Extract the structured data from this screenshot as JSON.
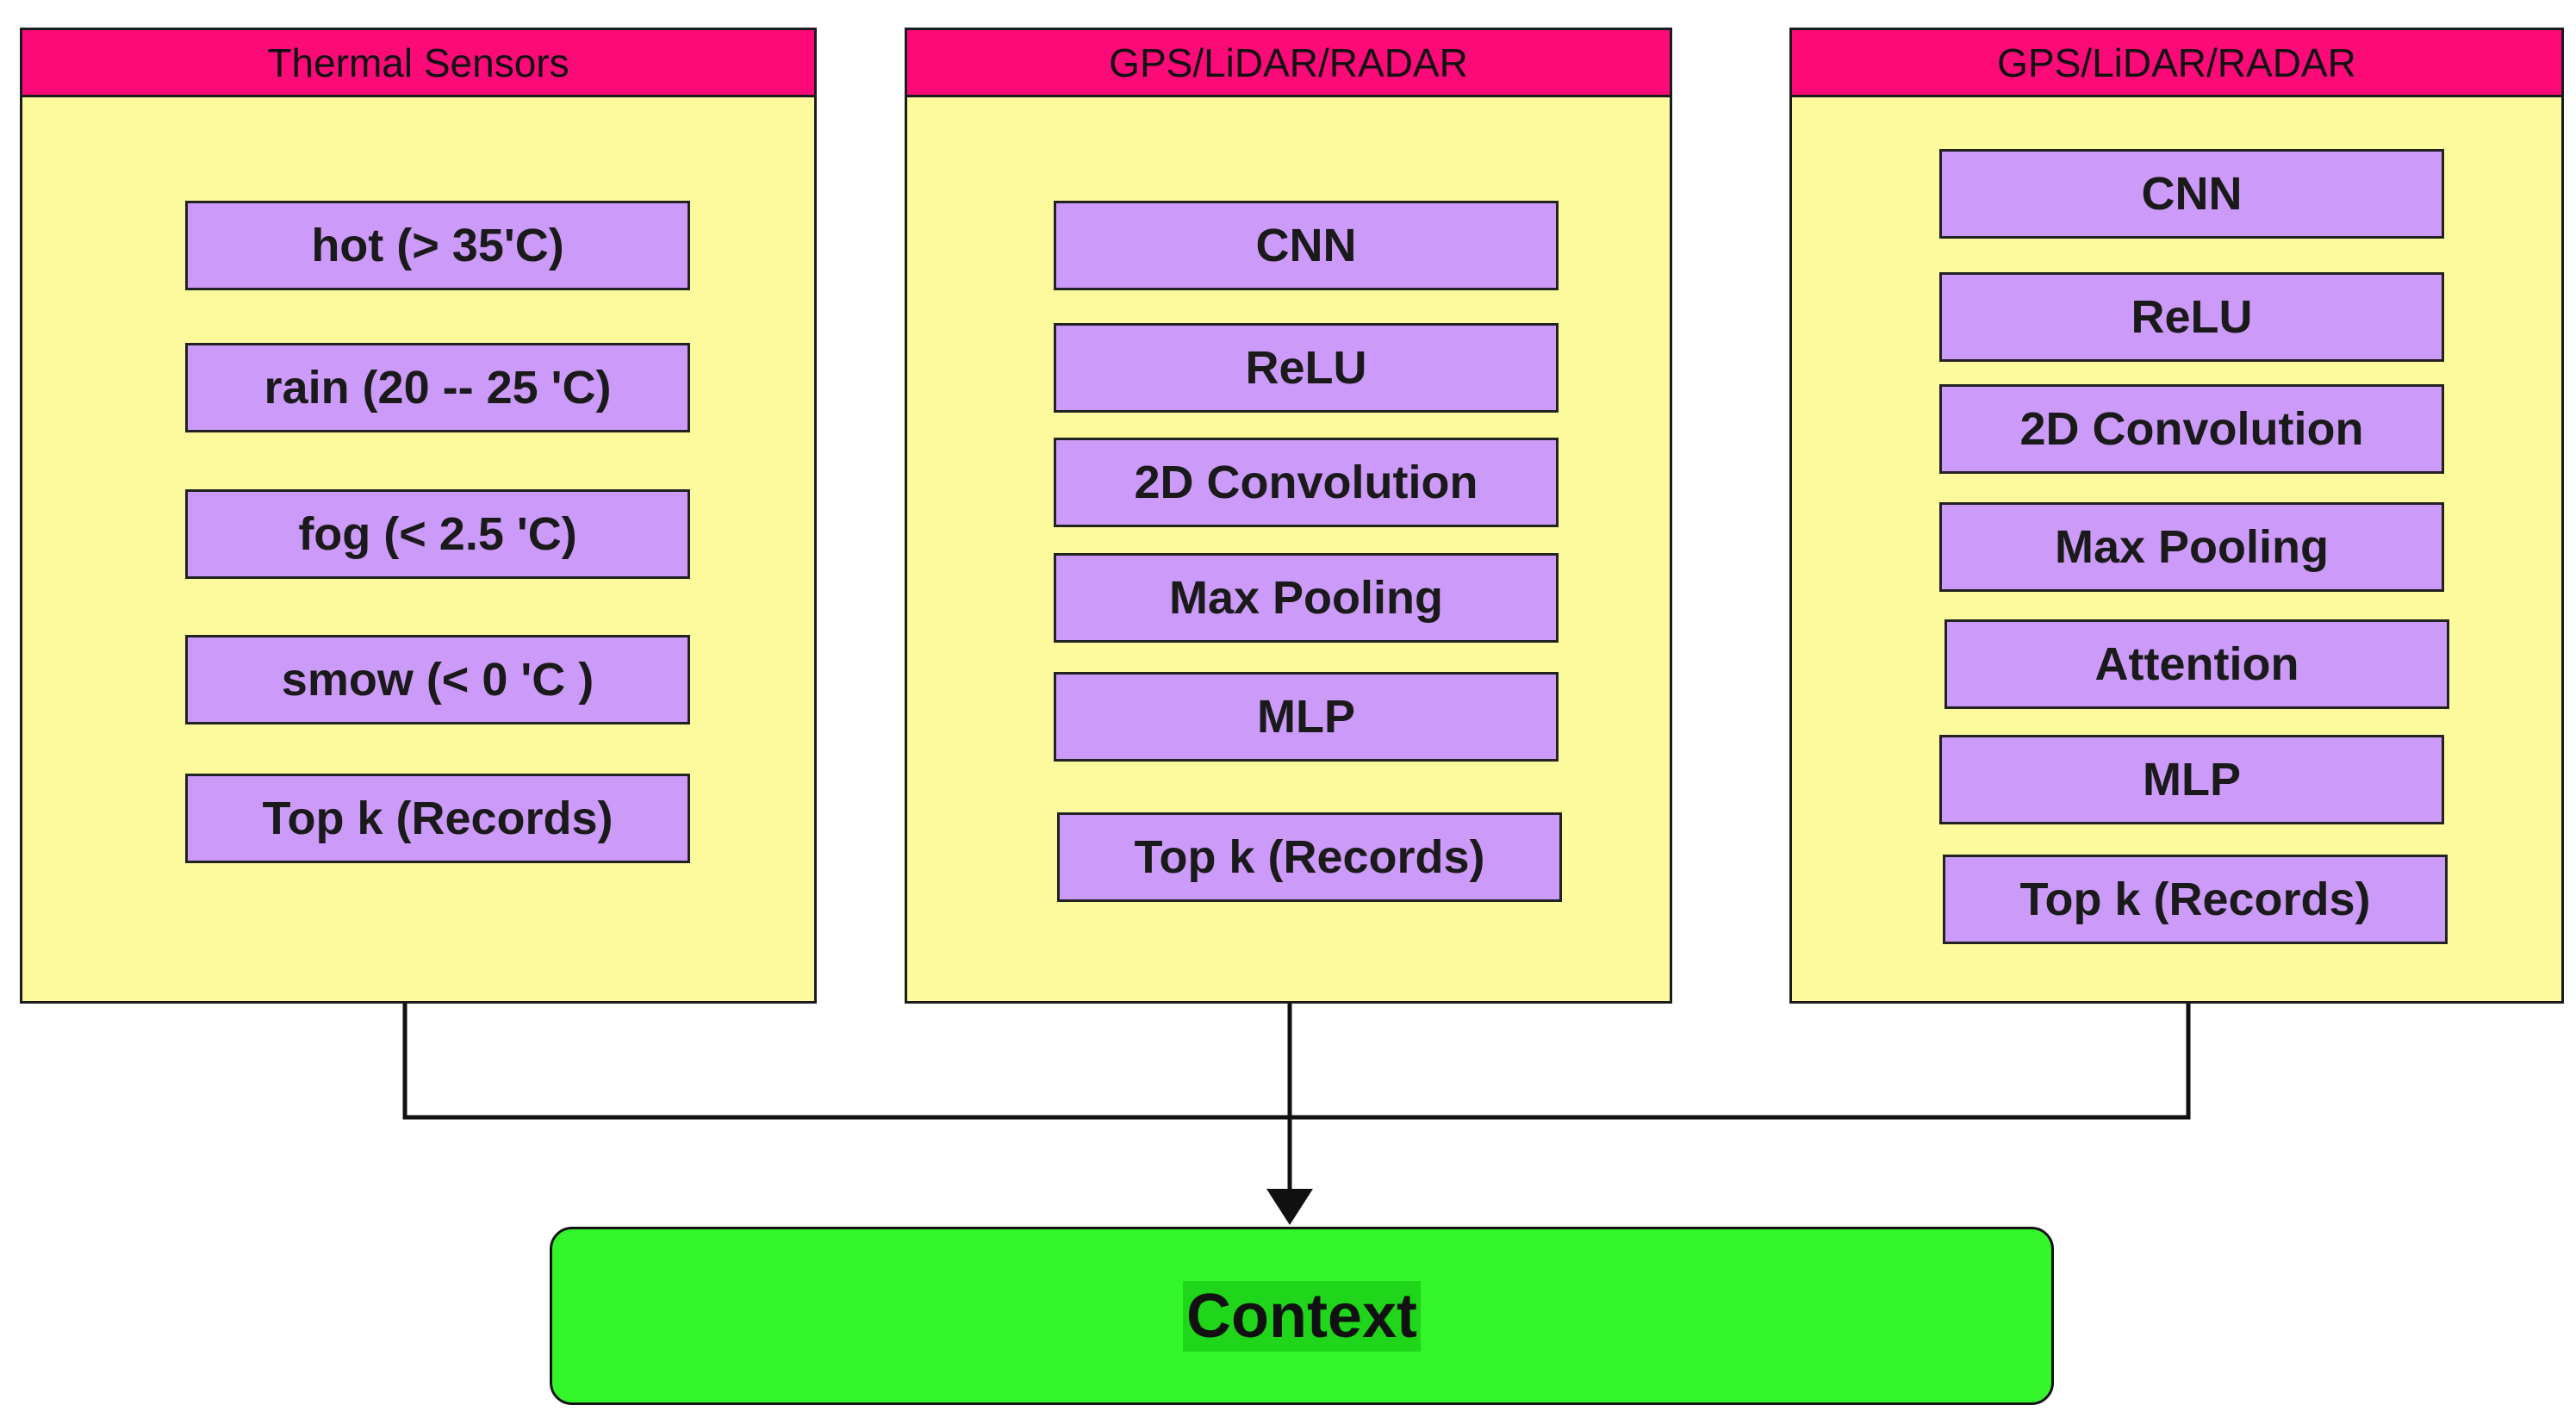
{
  "panels": [
    {
      "header": "Thermal Sensors",
      "items": [
        "hot (> 35'C)",
        "rain (20 -- 25  'C)",
        "fog (< 2.5  'C)",
        "smow (< 0  'C )",
        "Top k (Records)"
      ]
    },
    {
      "header": "GPS/LiDAR/RADAR",
      "items": [
        "CNN",
        "ReLU",
        "2D Convolution",
        "Max Pooling",
        "MLP",
        "Top k (Records)"
      ]
    },
    {
      "header": "GPS/LiDAR/RADAR",
      "items": [
        "CNN",
        "ReLU",
        "2D Convolution",
        "Max Pooling",
        "Attention",
        "MLP",
        "Top k (Records)"
      ]
    }
  ],
  "output": {
    "label": "Context"
  },
  "colors": {
    "panel_background": "#fdfa9e",
    "panel_header": "#fb0a78",
    "block": "#cc9af8",
    "context": "#33f52a"
  }
}
